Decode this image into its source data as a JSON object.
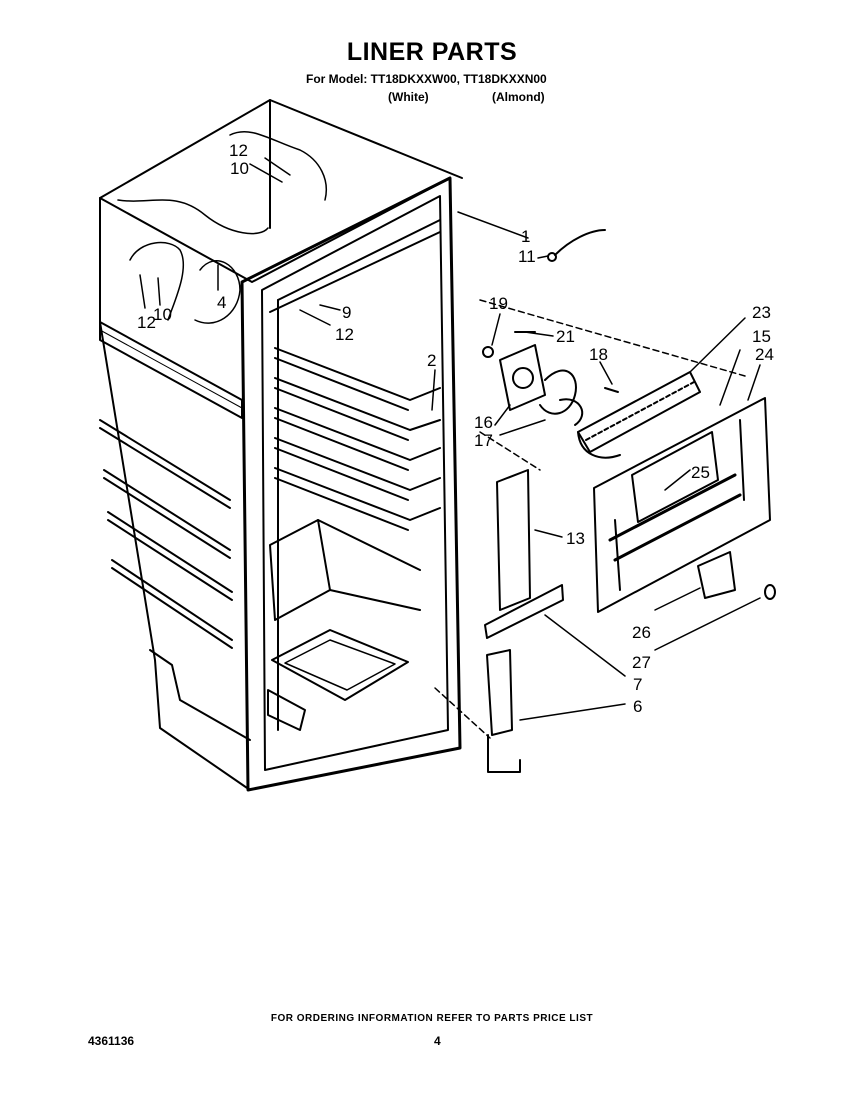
{
  "header": {
    "title": "LINER PARTS",
    "model_line": "For Model: TT18DKXXW00, TT18DKXXN00",
    "color_white": "(White)",
    "color_almond": "(Almond)"
  },
  "callouts": [
    "1",
    "2",
    "4",
    "6",
    "7",
    "9",
    "10",
    "10",
    "11",
    "12",
    "12",
    "12",
    "13",
    "15",
    "16",
    "17",
    "18",
    "19",
    "21",
    "23",
    "24",
    "25",
    "26",
    "27"
  ],
  "footer": {
    "ordering_note": "FOR ORDERING INFORMATION REFER TO PARTS PRICE LIST",
    "document_number": "4361136",
    "page_number": "4"
  }
}
